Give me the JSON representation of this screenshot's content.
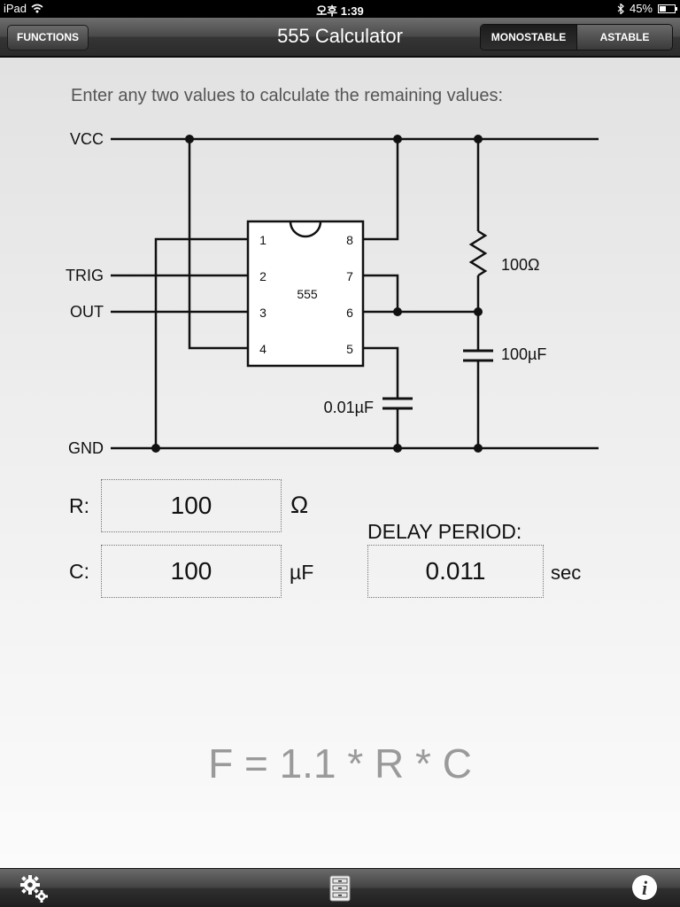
{
  "status_bar": {
    "device": "iPad",
    "time": "오후 1:39",
    "battery_text": "45%",
    "battery_level": 0.45
  },
  "nav": {
    "title": "555 Calculator",
    "functions_label": "FUNCTIONS",
    "segments": [
      "MONOSTABLE",
      "ASTABLE"
    ],
    "selected_segment": "MONOSTABLE"
  },
  "instructions": "Enter any two values to calculate the remaining values:",
  "circuit": {
    "rails": {
      "vcc": "VCC",
      "gnd": "GND",
      "trig": "TRIG",
      "out": "OUT"
    },
    "chip_label": "555",
    "pins": [
      "1",
      "2",
      "3",
      "4",
      "5",
      "6",
      "7",
      "8"
    ],
    "resistor_label": "100Ω",
    "capacitor_label": "100µF",
    "control_cap_label": "0.01µF"
  },
  "inputs": {
    "r": {
      "label": "R:",
      "value": "100",
      "unit": "Ω"
    },
    "c": {
      "label": "C:",
      "value": "100",
      "unit": "µF"
    },
    "delay": {
      "label": "DELAY PERIOD:",
      "value": "0.011",
      "unit": "sec"
    }
  },
  "formula": "F = 1.1 * R * C",
  "toolbar": {
    "icons": [
      "gears-icon",
      "parts-drawer-icon",
      "info-icon"
    ]
  }
}
